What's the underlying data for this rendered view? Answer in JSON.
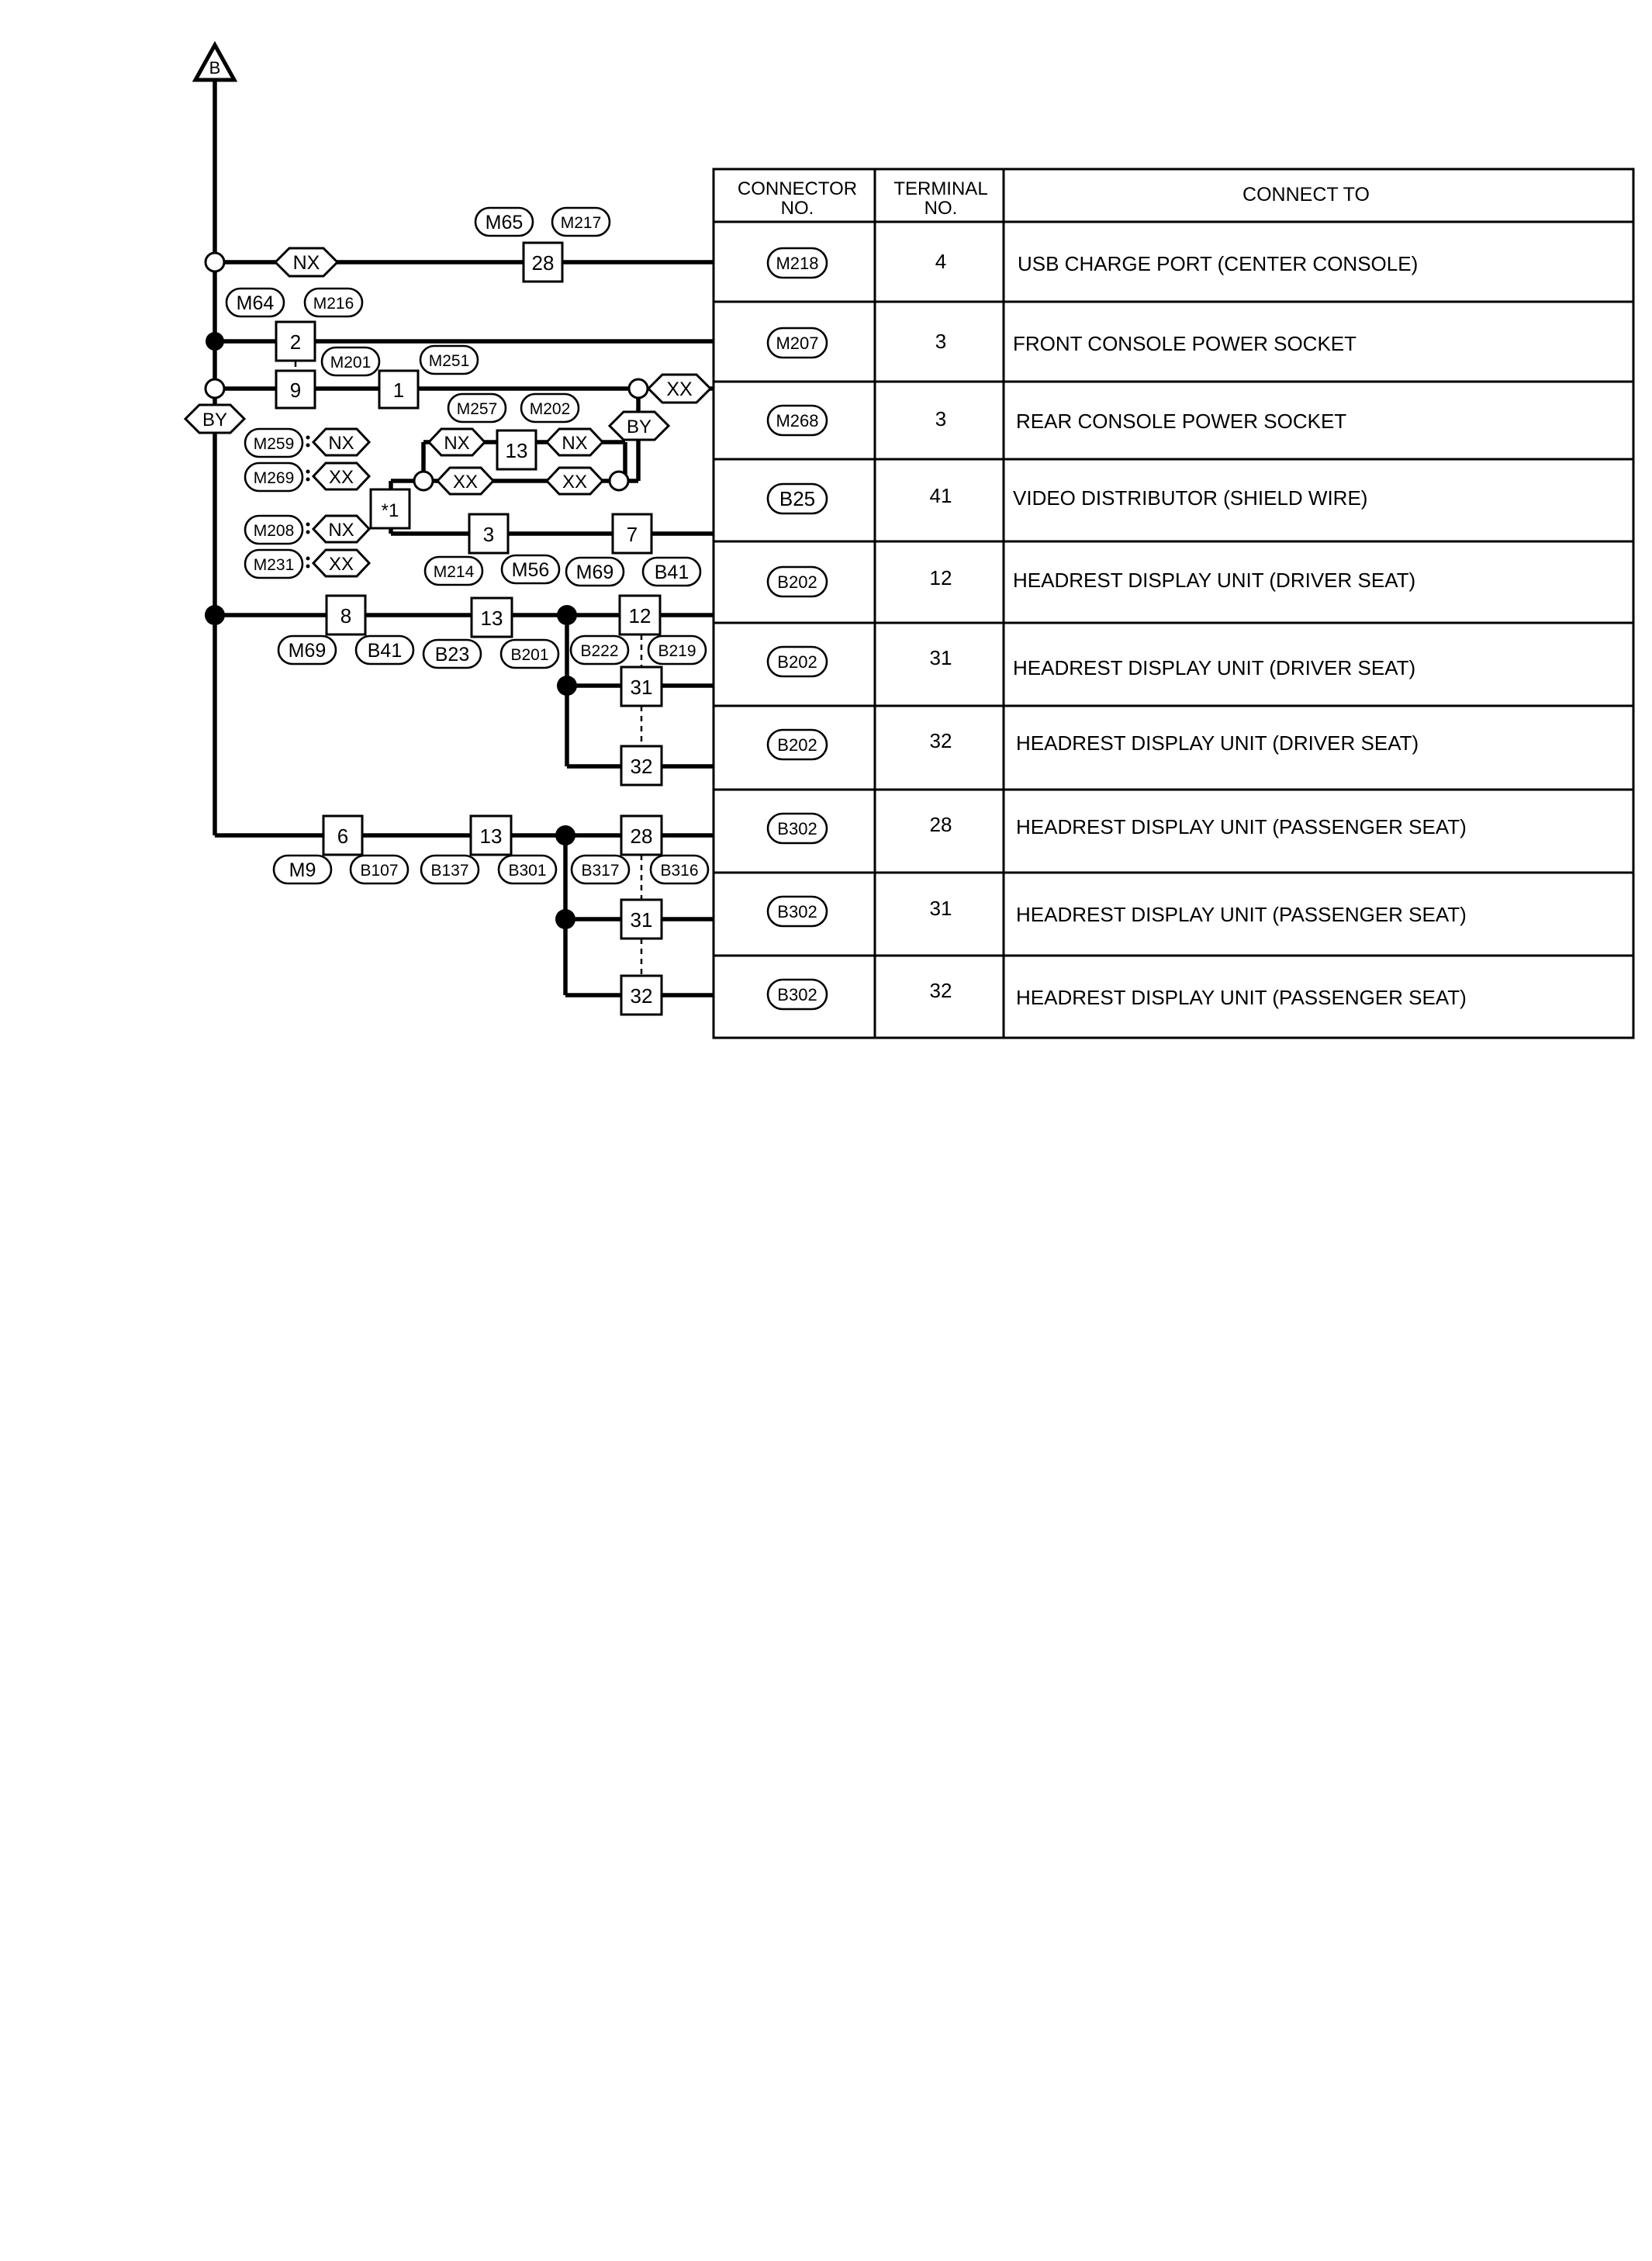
{
  "ground_symbol": "B",
  "table": {
    "headers": {
      "connector_line1": "CONNECTOR",
      "connector_line2": "NO.",
      "terminal_line1": "TERMINAL",
      "terminal_line2": "NO.",
      "connect_to": "CONNECT TO"
    },
    "rows": [
      {
        "connector": "M218",
        "terminal": "4",
        "connect_to": "USB CHARGE PORT (CENTER CONSOLE)"
      },
      {
        "connector": "M207",
        "terminal": "3",
        "connect_to": "FRONT CONSOLE POWER SOCKET"
      },
      {
        "connector": "M268",
        "terminal": "3",
        "connect_to": "REAR CONSOLE POWER SOCKET"
      },
      {
        "connector": "B25",
        "terminal": "41",
        "connect_to": "VIDEO DISTRIBUTOR (SHIELD WIRE)"
      },
      {
        "connector": "B202",
        "terminal": "12",
        "connect_to": "HEADREST DISPLAY UNIT (DRIVER SEAT)"
      },
      {
        "connector": "B202",
        "terminal": "31",
        "connect_to": "HEADREST DISPLAY UNIT (DRIVER SEAT)"
      },
      {
        "connector": "B202",
        "terminal": "32",
        "connect_to": "HEADREST DISPLAY UNIT (DRIVER SEAT)"
      },
      {
        "connector": "B302",
        "terminal": "28",
        "connect_to": "HEADREST DISPLAY UNIT (PASSENGER SEAT)"
      },
      {
        "connector": "B302",
        "terminal": "31",
        "connect_to": "HEADREST DISPLAY UNIT (PASSENGER SEAT)"
      },
      {
        "connector": "B302",
        "terminal": "32",
        "connect_to": "HEADREST DISPLAY UNIT (PASSENGER SEAT)"
      }
    ]
  },
  "terminal_boxes": [
    "28",
    "2",
    "9",
    "1",
    "13",
    "*1",
    "3",
    "7",
    "8",
    "13",
    "12",
    "31",
    "32",
    "6",
    "13",
    "28",
    "31",
    "32"
  ],
  "connector_labels": [
    "M65",
    "M217",
    "M64",
    "M216",
    "M201",
    "M251",
    "M257",
    "M202",
    "M259",
    "M269",
    "M208",
    "M231",
    "M214",
    "M56",
    "M69",
    "B41",
    "M69",
    "B41",
    "B23",
    "B201",
    "B222",
    "B219",
    "M9",
    "B107",
    "B137",
    "B301",
    "B317",
    "B316"
  ],
  "option_tags": [
    "NX",
    "XX",
    "BY",
    "NX",
    "NX",
    "NX",
    "XX",
    "XX",
    "XX",
    "BY",
    "NX",
    "XX"
  ]
}
